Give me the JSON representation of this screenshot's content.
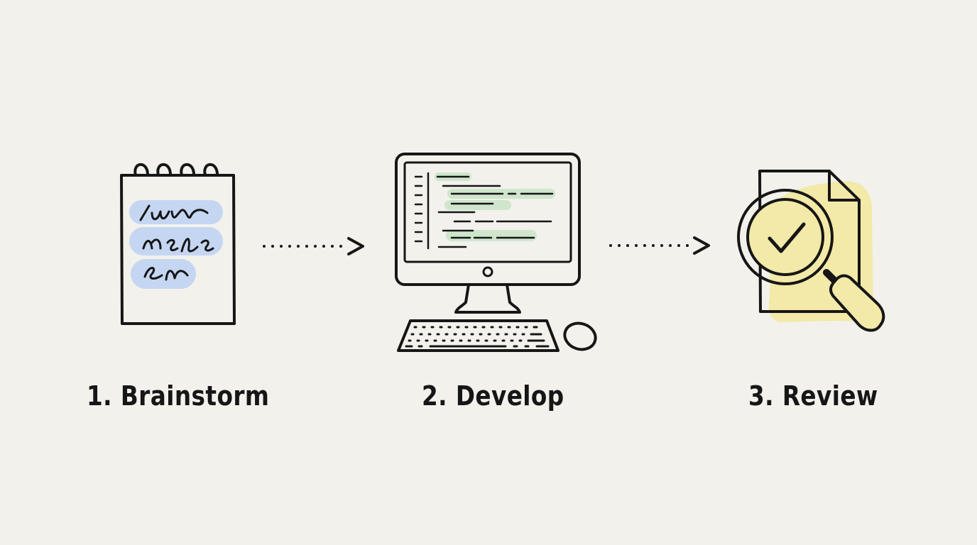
{
  "colors": {
    "background": "#f2f1ec",
    "ink": "#161616",
    "notepad_highlight": "#c5d6f2",
    "code_highlight": "#cfe6cc",
    "review_highlight": "#f3e9a8"
  },
  "steps": [
    {
      "label": "1. Brainstorm",
      "icon": "notepad-icon"
    },
    {
      "label": "2. Develop",
      "icon": "computer-icon"
    },
    {
      "label": "3. Review",
      "icon": "magnifier-check-icon"
    }
  ],
  "connectors": [
    {
      "icon": "dotted-arrow-icon"
    },
    {
      "icon": "dotted-arrow-icon"
    }
  ]
}
